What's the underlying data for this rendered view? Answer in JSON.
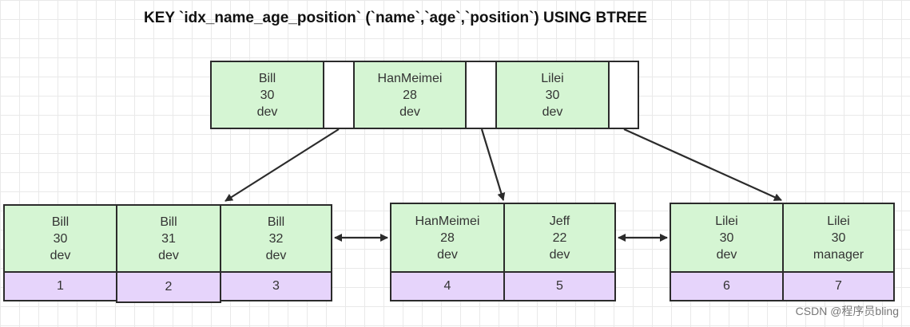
{
  "title": "KEY `idx_name_age_position` (`name`,`age`,`position`) USING BTREE",
  "root": {
    "keys": [
      {
        "name": "Bill",
        "age": "30",
        "position": "dev"
      },
      {
        "name": "HanMeimei",
        "age": "28",
        "position": "dev"
      },
      {
        "name": "Lilei",
        "age": "30",
        "position": "dev"
      }
    ]
  },
  "leaves": [
    {
      "keys": [
        {
          "name": "Bill",
          "age": "30",
          "position": "dev",
          "id": "1"
        },
        {
          "name": "Bill",
          "age": "31",
          "position": "dev",
          "id": "2"
        },
        {
          "name": "Bill",
          "age": "32",
          "position": "dev",
          "id": "3"
        }
      ]
    },
    {
      "keys": [
        {
          "name": "HanMeimei",
          "age": "28",
          "position": "dev",
          "id": "4"
        },
        {
          "name": "Jeff",
          "age": "22",
          "position": "dev",
          "id": "5"
        }
      ]
    },
    {
      "keys": [
        {
          "name": "Lilei",
          "age": "30",
          "position": "dev",
          "id": "6"
        },
        {
          "name": "Lilei",
          "age": "30",
          "position": "manager",
          "id": "7"
        }
      ]
    }
  ],
  "watermark": "CSDN @程序员bling",
  "colors": {
    "key_fill": "#d5f5d3",
    "row_id_fill": "#e6d4fb",
    "border": "#2b2b2b"
  }
}
